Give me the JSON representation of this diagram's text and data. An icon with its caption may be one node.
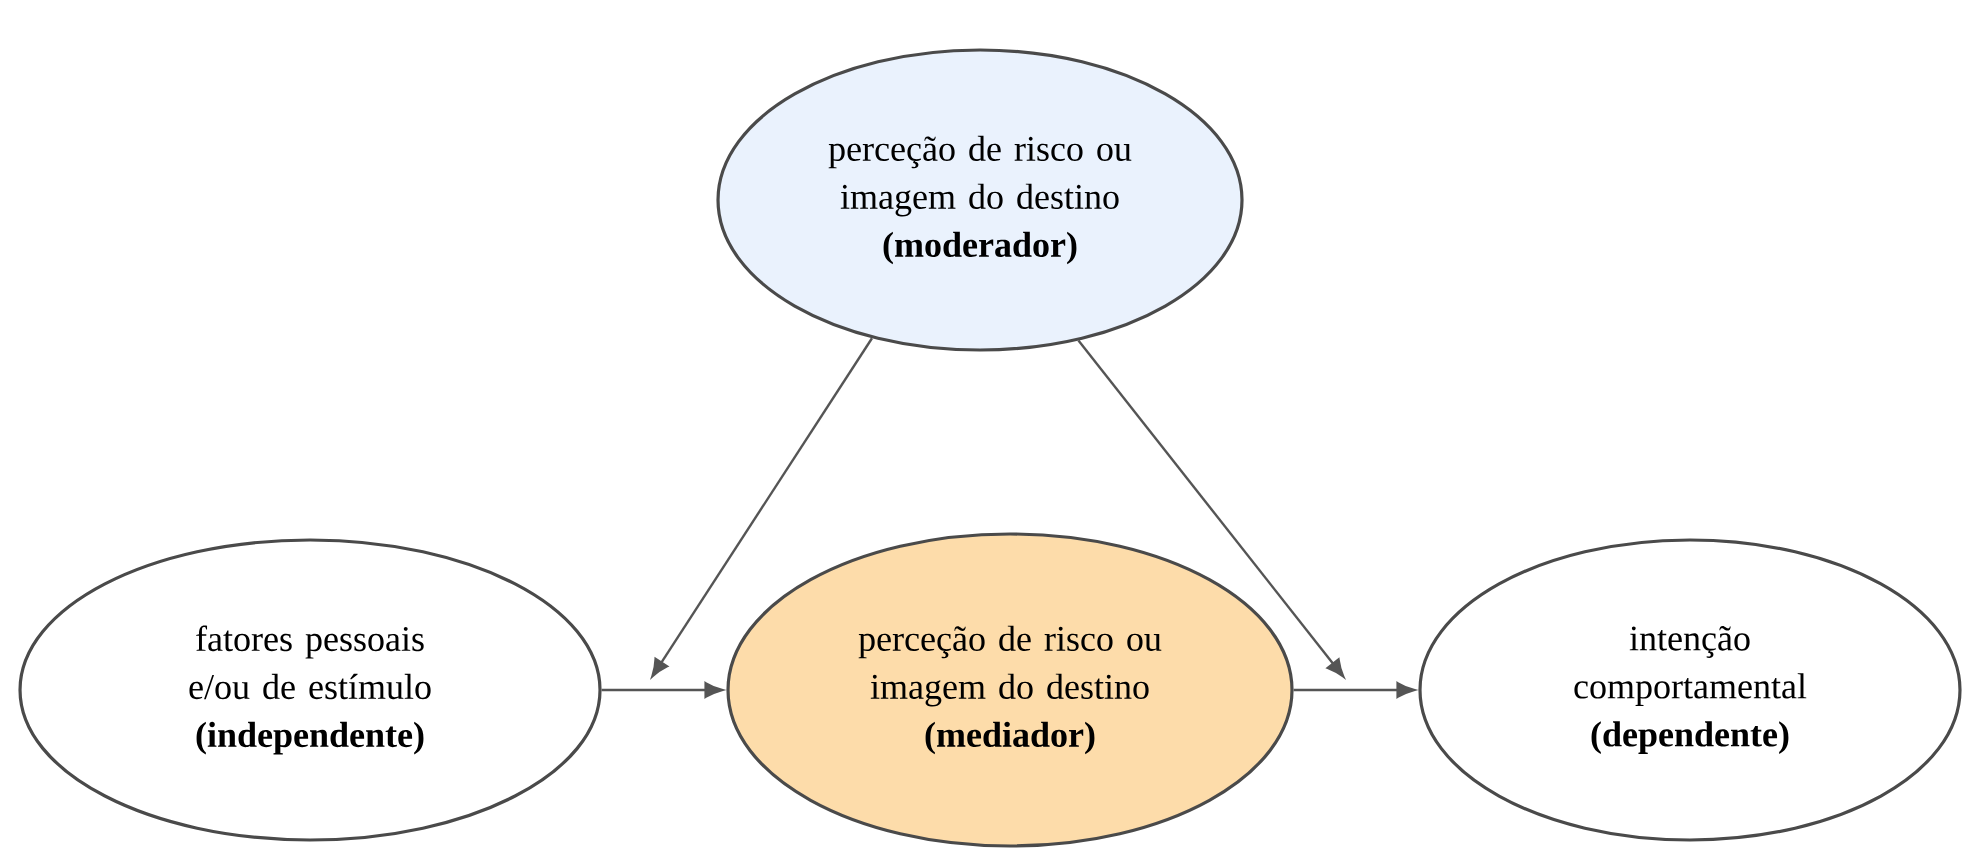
{
  "diagram": {
    "nodes": [
      {
        "text": [
          "perceção de risco ou imagem do destino",
          "(moderador)"
        ]
      },
      {
        "text": [
          "fatores pessoais e/ou de estímulo",
          "(independente)"
        ]
      },
      {
        "text": [
          "perceção de risco ou imagem do destino",
          "(mediador)"
        ]
      },
      {
        "text": [
          "intenção comportamental",
          "(dependente)"
        ]
      }
    ],
    "edges": [
      {
        "from": 1,
        "to": 2,
        "arrow": "to"
      },
      {
        "from": 2,
        "to": 3,
        "arrow": "to"
      },
      {
        "from": 0,
        "to": null,
        "arrow": "to"
      },
      {
        "from": 0,
        "to": null,
        "arrow": "to"
      }
    ]
  }
}
